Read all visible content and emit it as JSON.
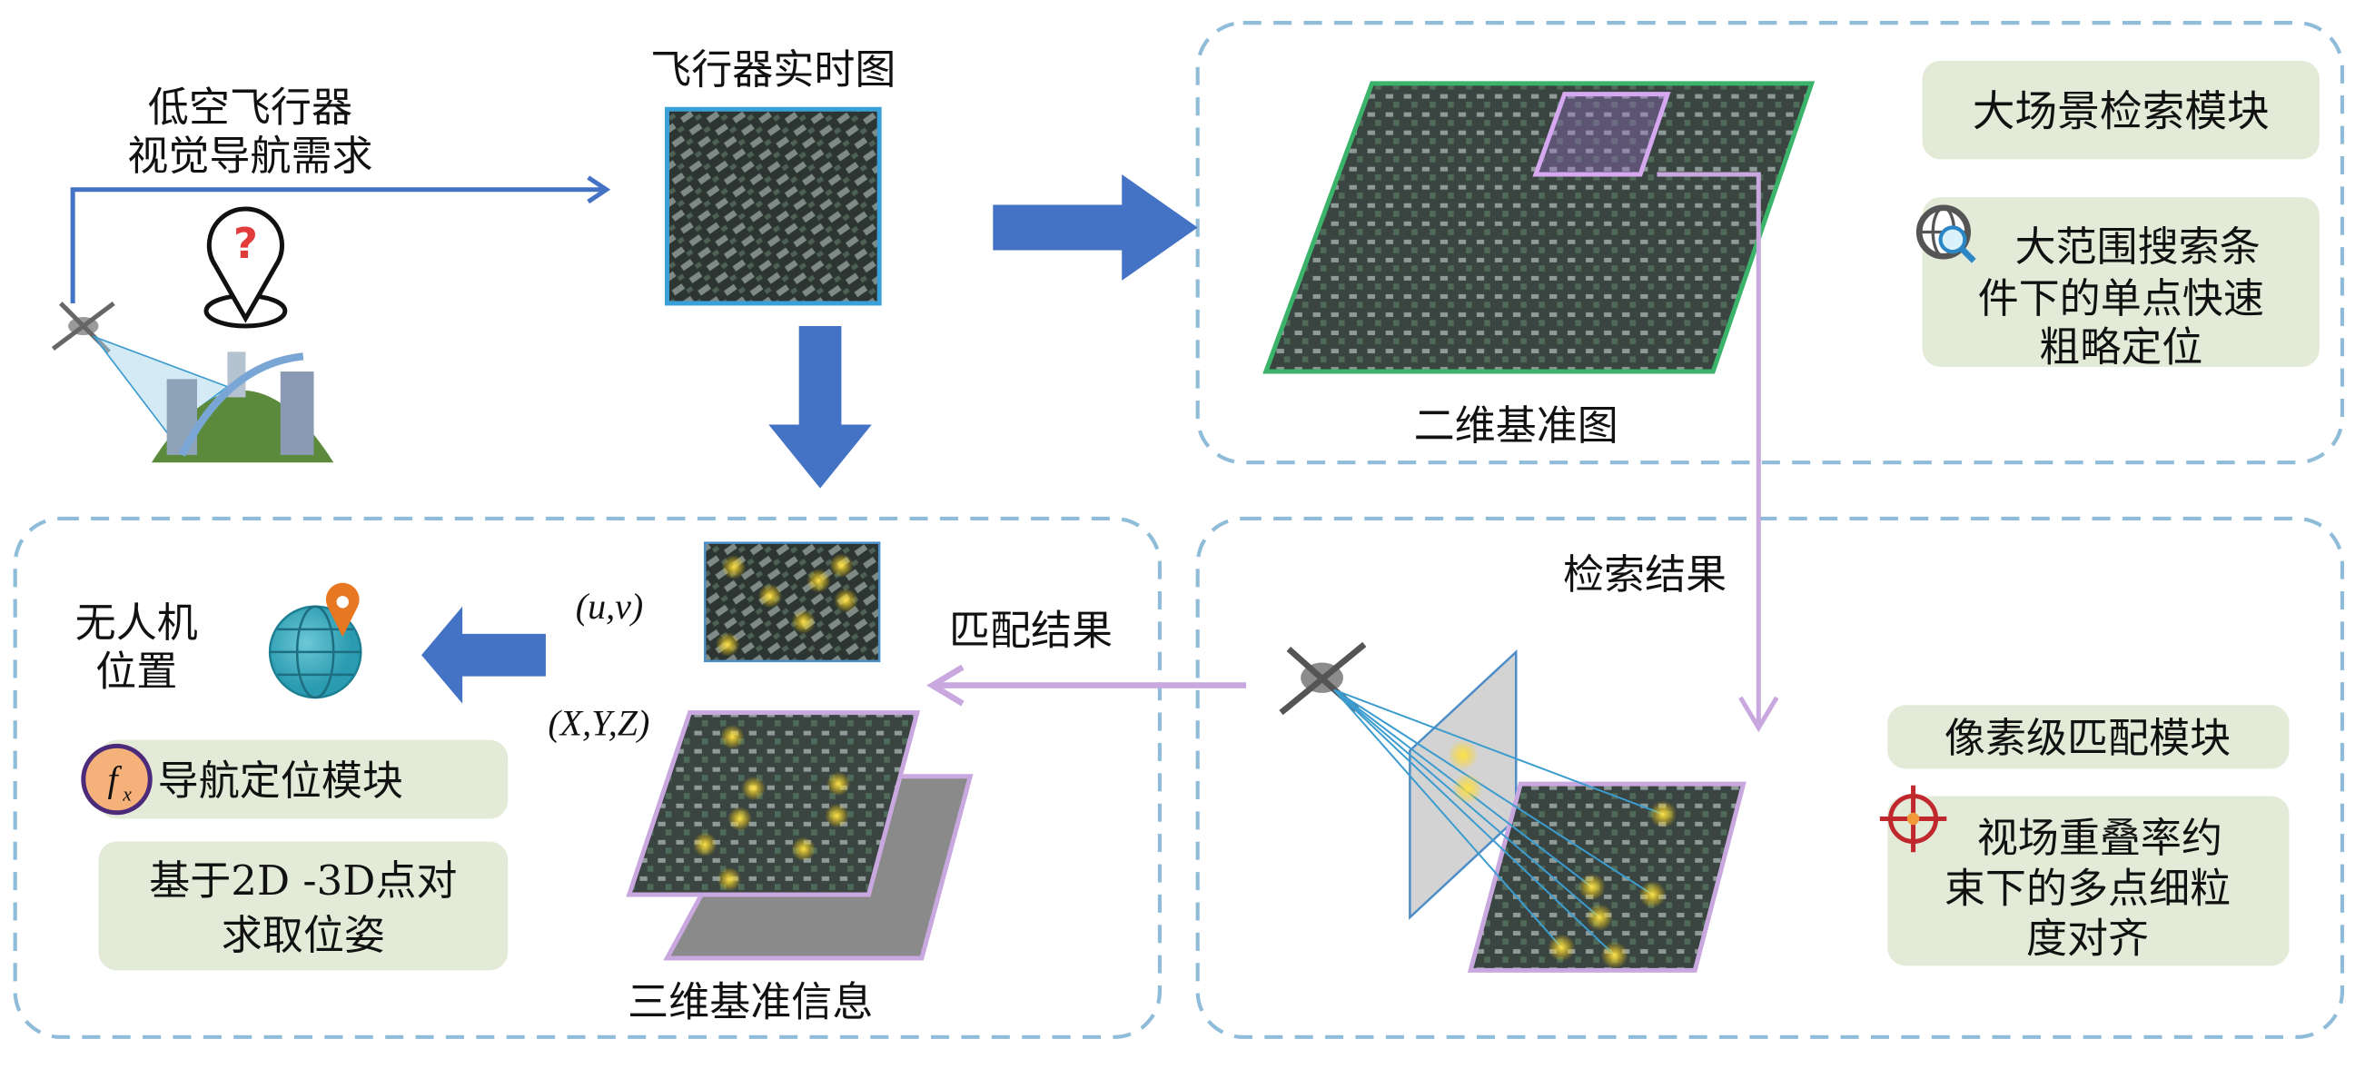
{
  "input": {
    "title_line1": "低空飞行器",
    "title_line2": "视觉导航需求"
  },
  "realtime_image": {
    "label": "飞行器实时图"
  },
  "retrieval_panel": {
    "map_label": "二维基准图",
    "module_title": "大场景检索模块",
    "description_lines": [
      "大范围搜索条",
      "件下的单点快速",
      "粗略定位"
    ],
    "icon": "globe-search-icon"
  },
  "matching_panel": {
    "result_label": "检索结果",
    "module_title": "像素级匹配模块",
    "description_lines": [
      "视场重叠率约",
      "束下的多点细粒",
      "度对齐"
    ],
    "icon": "crosshair-target-icon"
  },
  "navigation_panel": {
    "position_line1": "无人机",
    "position_line2": "位置",
    "module_title": "导航定位模块",
    "fx_symbol": "f",
    "fx_sub": "x",
    "description_lines": [
      "基于2D -3D点对",
      "求取位姿"
    ],
    "uv_label": "(u,v)",
    "xyz_label": "(X,Y,Z)",
    "match_label": "匹配结果",
    "reference_label": "三维基准信息"
  },
  "colors": {
    "arrow_blue": "#4472c4",
    "dash_blue": "#8fbcd9",
    "lavender": "#c9a8e0",
    "box_green": "#e3ebd8",
    "map_border_green": "#3cb36a",
    "pin_orange": "#e87722"
  }
}
